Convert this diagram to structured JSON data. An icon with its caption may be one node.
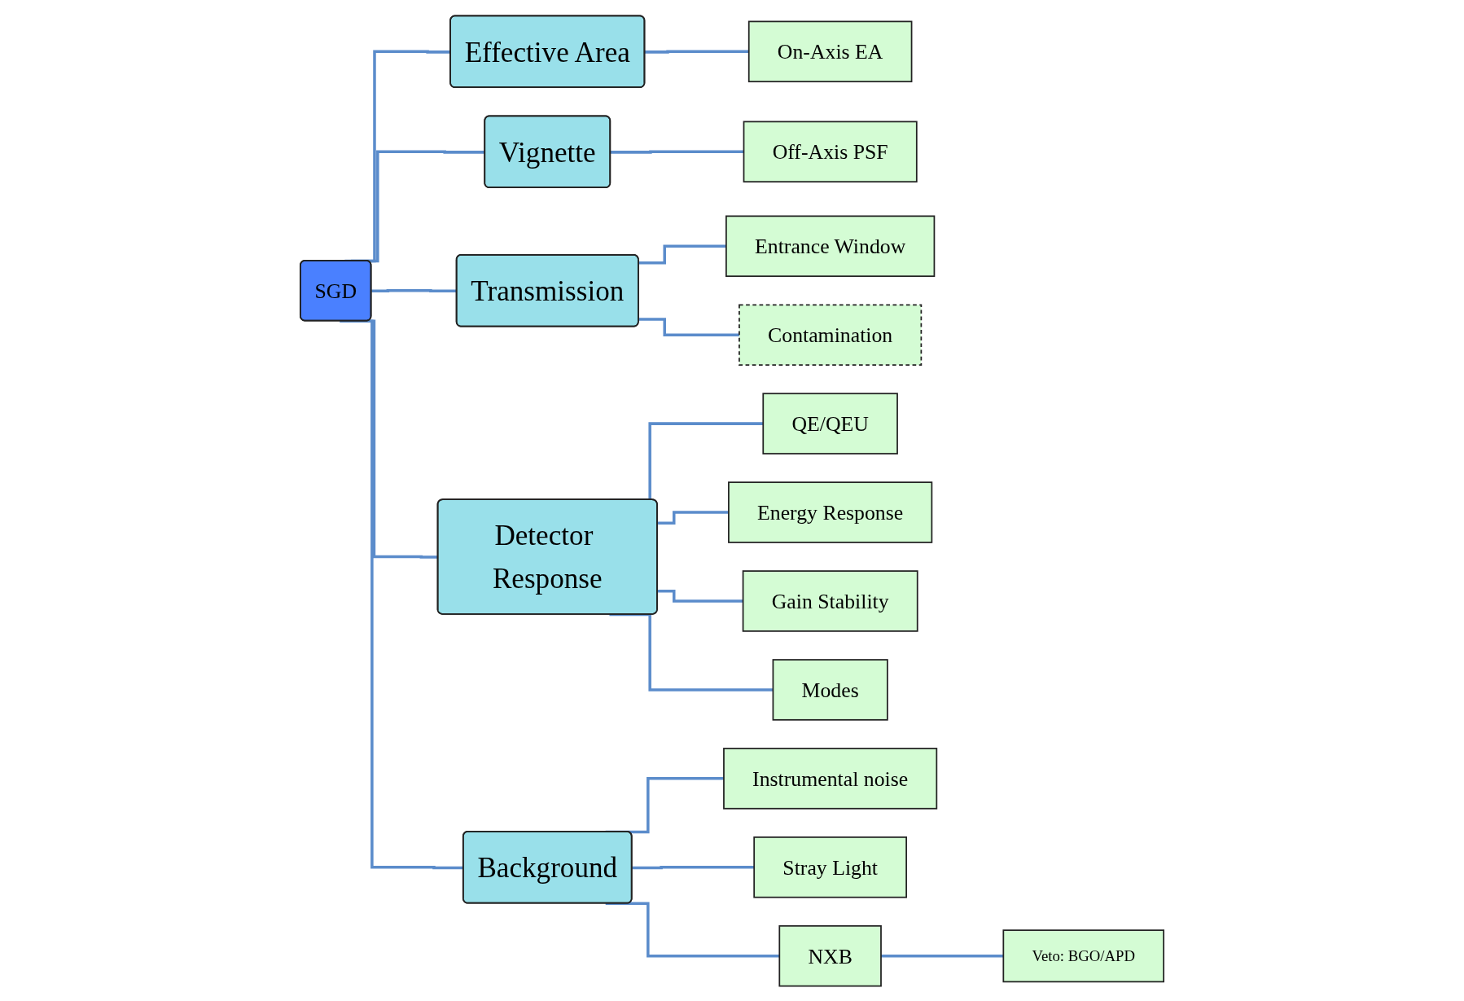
{
  "diagram": {
    "nodes": [
      {
        "text": [
          "SGD"
        ]
      },
      {
        "text": [
          "Effective Area"
        ]
      },
      {
        "text": [
          "Vignette"
        ]
      },
      {
        "text": [
          "Transmission"
        ]
      },
      {
        "text": [
          "Detector Response"
        ]
      },
      {
        "text": [
          "Background"
        ]
      },
      {
        "text": [
          "On-Axis EA"
        ]
      },
      {
        "text": [
          "Off-Axis PSF"
        ]
      },
      {
        "text": [
          "Entrance Window"
        ]
      },
      {
        "text": [
          "Contamination"
        ]
      },
      {
        "text": [
          "QE/QEU"
        ]
      },
      {
        "text": [
          "Energy Response"
        ]
      },
      {
        "text": [
          "Gain Stability"
        ]
      },
      {
        "text": [
          "Modes"
        ]
      },
      {
        "text": [
          "Instrumental noise"
        ]
      },
      {
        "text": [
          "Stray Light"
        ]
      },
      {
        "text": [
          "NXB"
        ]
      },
      {
        "text": [
          "Veto: BGO/APD"
        ]
      }
    ],
    "edges": [
      {
        "from": 0,
        "to": 1,
        "arrow": "none"
      },
      {
        "from": 0,
        "to": 2,
        "arrow": "none"
      },
      {
        "from": 0,
        "to": 3,
        "arrow": "none"
      },
      {
        "from": 0,
        "to": 4,
        "arrow": "none"
      },
      {
        "from": 0,
        "to": 5,
        "arrow": "none"
      },
      {
        "from": 1,
        "to": 6,
        "arrow": "none"
      },
      {
        "from": 2,
        "to": 7,
        "arrow": "none"
      },
      {
        "from": 3,
        "to": 8,
        "arrow": "none"
      },
      {
        "from": 3,
        "to": 9,
        "arrow": "none"
      },
      {
        "from": 4,
        "to": 10,
        "arrow": "none"
      },
      {
        "from": 4,
        "to": 11,
        "arrow": "none"
      },
      {
        "from": 4,
        "to": 12,
        "arrow": "none"
      },
      {
        "from": 4,
        "to": 13,
        "arrow": "none"
      },
      {
        "from": 5,
        "to": 14,
        "arrow": "none"
      },
      {
        "from": 5,
        "to": 15,
        "arrow": "none"
      },
      {
        "from": 5,
        "to": 16,
        "arrow": "none"
      },
      {
        "from": 16,
        "to": 17,
        "arrow": "none"
      }
    ]
  }
}
